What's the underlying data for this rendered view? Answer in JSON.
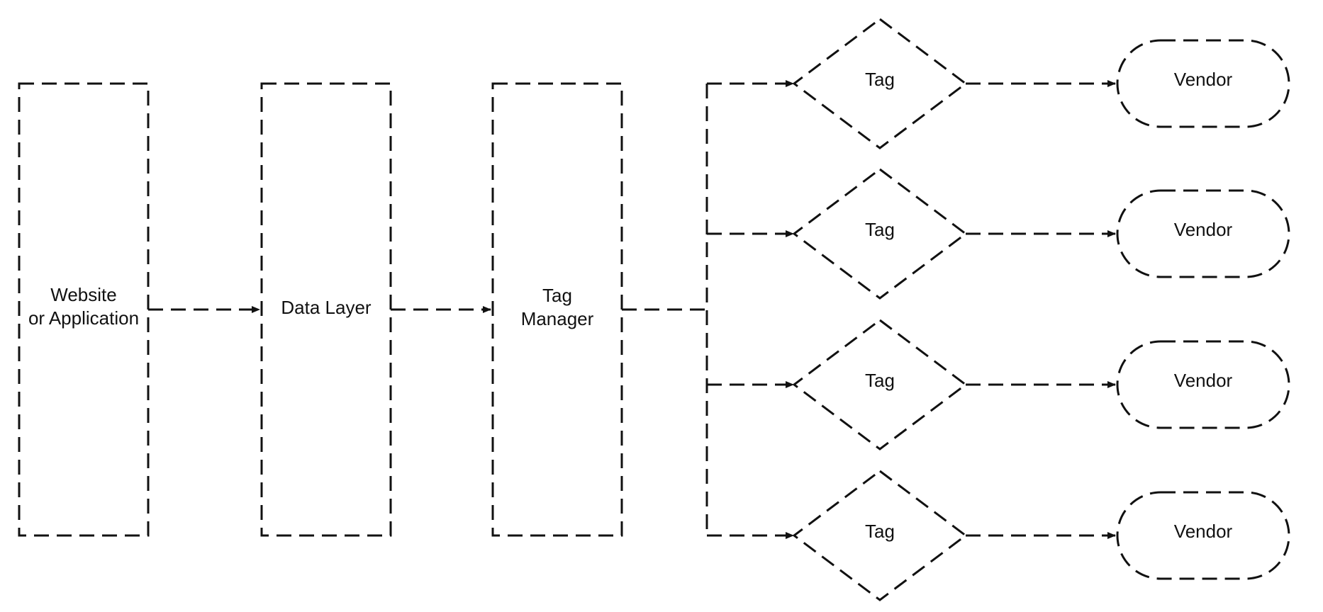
{
  "diagram": {
    "source": {
      "label_line1": "Website",
      "label_line2": "or Application",
      "color": "#9dd5c9"
    },
    "data_layer": {
      "label": "Data Layer",
      "color": "#fbb8af"
    },
    "tag_manager": {
      "label_line1": "Tag",
      "label_line2": "Manager",
      "color": "#c4e3f5"
    },
    "tags": [
      {
        "label": "Tag"
      },
      {
        "label": "Tag"
      },
      {
        "label": "Tag"
      },
      {
        "label": "Tag"
      }
    ],
    "tag_color": "#fde9ae",
    "vendors": [
      {
        "label": "Vendor"
      },
      {
        "label": "Vendor"
      },
      {
        "label": "Vendor"
      },
      {
        "label": "Vendor"
      }
    ],
    "vendor_color": "#a3d679",
    "line_color": "#111111"
  }
}
